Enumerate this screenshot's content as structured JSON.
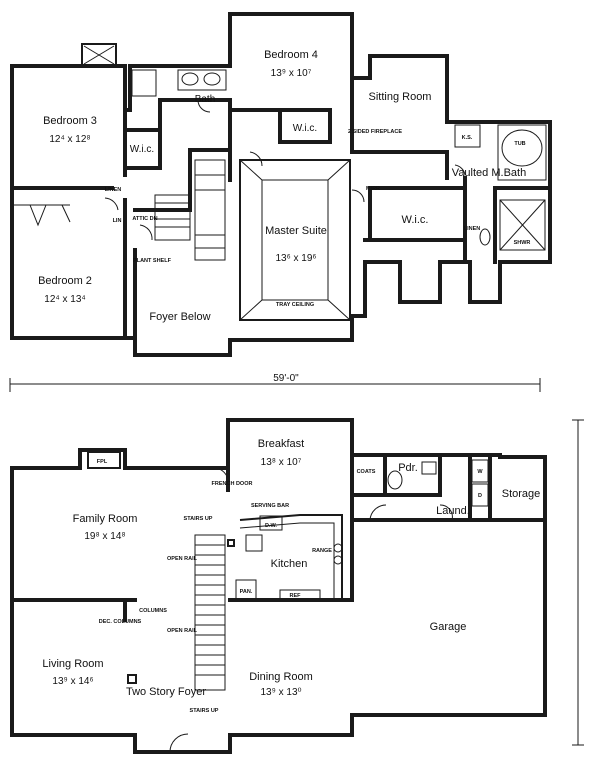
{
  "upper_floor": {
    "bedroom3": {
      "name": "Bedroom 3",
      "dim": "12⁴ x 12⁸"
    },
    "bedroom4": {
      "name": "Bedroom 4",
      "dim": "13⁹ x 10⁷"
    },
    "bedroom2": {
      "name": "Bedroom 2",
      "dim": "12⁴ x 13⁴"
    },
    "bath": "Bath",
    "wic_left": "W.i.c.",
    "wic_center": "W.i.c.",
    "wic_right": "W.i.c.",
    "sitting_room": "Sitting Room",
    "fireplace_note": "2 SIDED FIREPLACE",
    "master_suite": {
      "name": "Master Suite",
      "dim": "13⁶ x 19⁶"
    },
    "tray_ceiling": "TRAY CEILING",
    "vaulted_bath": "Vaulted M.Bath",
    "tub": "TUB",
    "shower": "SHWR",
    "linen_left": "LINEN",
    "linen_right": "LINEN",
    "attic": "ATTIC DN",
    "plant_shelf": "PLANT SHELF",
    "foyer_below": "Foyer Below",
    "linen_small": "LIN",
    "ks": "K.S.",
    "mirror": "MIRR"
  },
  "overall_dimension": "59'-0\"",
  "lower_floor": {
    "breakfast": {
      "name": "Breakfast",
      "dim": "13⁸ x 10⁷"
    },
    "french_door": "FRENCH DOOR",
    "fireplace": "FPL",
    "family_room": {
      "name": "Family Room",
      "dim": "19⁸ x 14⁸"
    },
    "kitchen": "Kitchen",
    "range": "RANGE",
    "ref": "REF",
    "pantry": "PAN.",
    "dw": "D.W.",
    "serving_bar": "SERVING BAR",
    "coats": "COATS",
    "powder": "Pdr.",
    "laundry": "Laund.",
    "storage": "Storage",
    "garage": "Garage",
    "living_room": {
      "name": "Living Room",
      "dim": "13⁹ x 14⁶"
    },
    "dining_room": {
      "name": "Dining Room",
      "dim": "13⁹ x 13⁰"
    },
    "two_story_foyer": "Two Story Foyer",
    "open_rail_upper": "OPEN RAIL",
    "open_rail_lower": "OPEN RAIL",
    "columns_1": "COLUMNS",
    "columns_2": "DEC. COLUMNS",
    "stairs_up_top": "STAIRS UP",
    "stairs_up_bottom": "STAIRS UP",
    "washer": "W",
    "dryer": "D"
  }
}
